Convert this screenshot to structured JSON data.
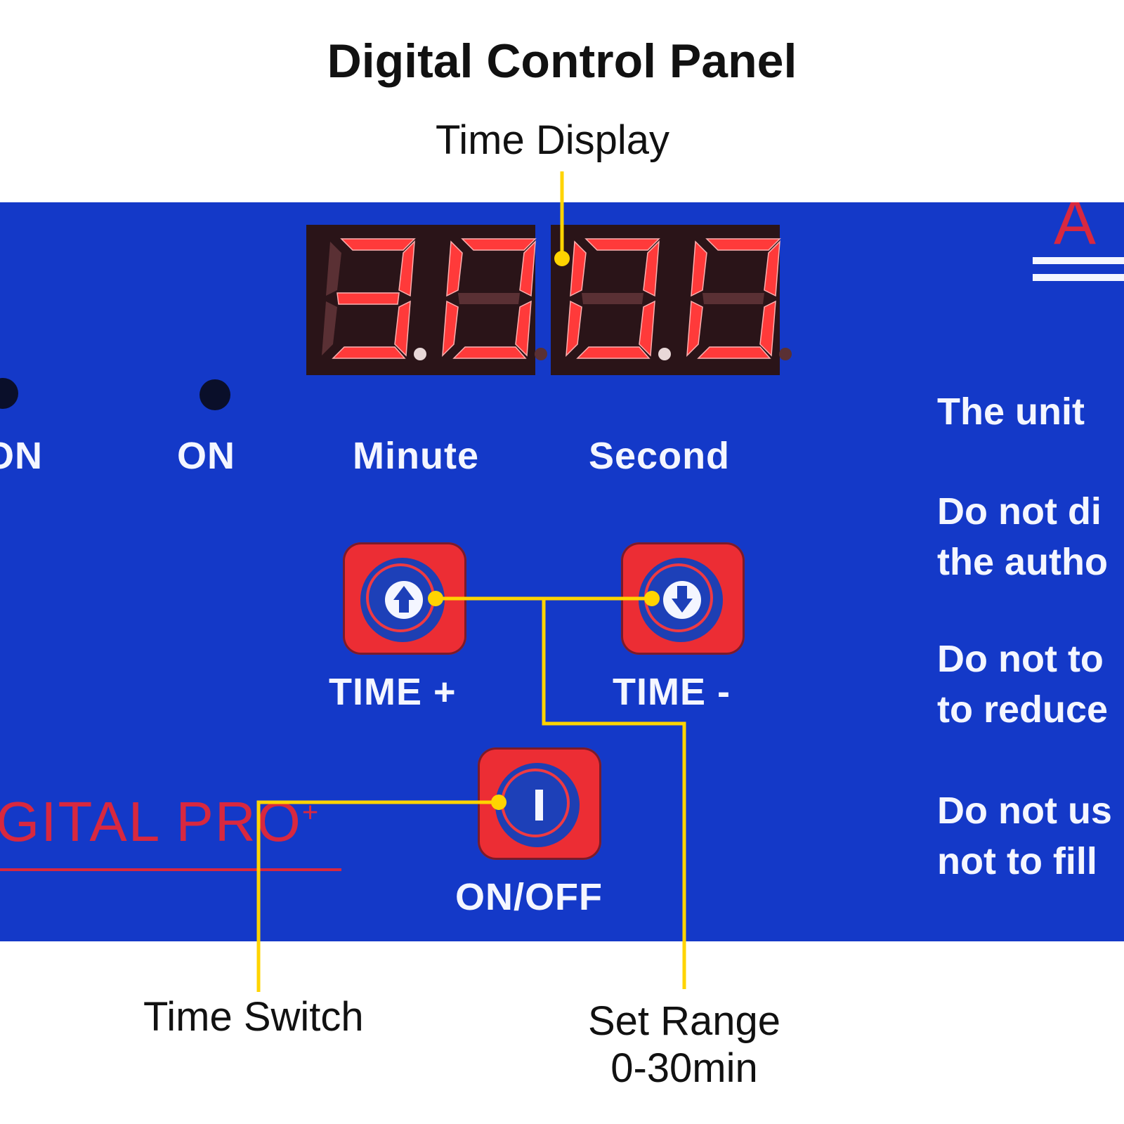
{
  "title": "Digital Control Panel",
  "callouts": {
    "time_display": "Time Display",
    "time_switch": "Time Switch",
    "set_range_line1": "Set Range",
    "set_range_line2": "0-30min"
  },
  "panel": {
    "indicator_left_label": "ON",
    "indicator_on_label": "ON",
    "minute_label": "Minute",
    "second_label": "Second",
    "time_plus_label": "TIME +",
    "time_minus_label": "TIME -",
    "onoff_label": "ON/OFF",
    "brand_text": "GITAL PRO",
    "brand_sup": "+",
    "header_partial": "A",
    "notes": [
      [
        "The unit"
      ],
      [
        "Do not di",
        "the autho"
      ],
      [
        "Do not to",
        "to reduce"
      ],
      [
        "Do not us",
        "not to fill"
      ]
    ]
  },
  "display": {
    "digits": [
      "3",
      "0",
      "0",
      "0"
    ]
  },
  "colors": {
    "panel_blue": "#1439c8",
    "segment_red": "#ff3a3a",
    "button_red": "#ec2d34",
    "callout_yellow": "#ffd400"
  },
  "icons": [
    "arrow-up-icon",
    "arrow-down-icon",
    "power-icon"
  ]
}
